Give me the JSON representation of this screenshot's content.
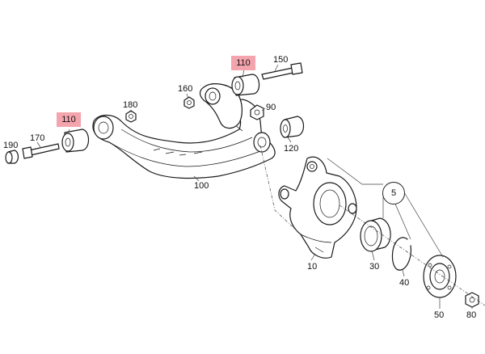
{
  "highlight_color": "#f4a4ad",
  "parts": {
    "p10": "10",
    "p30": "30",
    "p40": "40",
    "p50": "50",
    "p80": "80",
    "p90": "90",
    "p100": "100",
    "p110_top": "110",
    "p110_left": "110",
    "p120": "120",
    "p150": "150",
    "p160": "160",
    "p170": "170",
    "p180": "180",
    "p190": "190",
    "p5": "5"
  }
}
